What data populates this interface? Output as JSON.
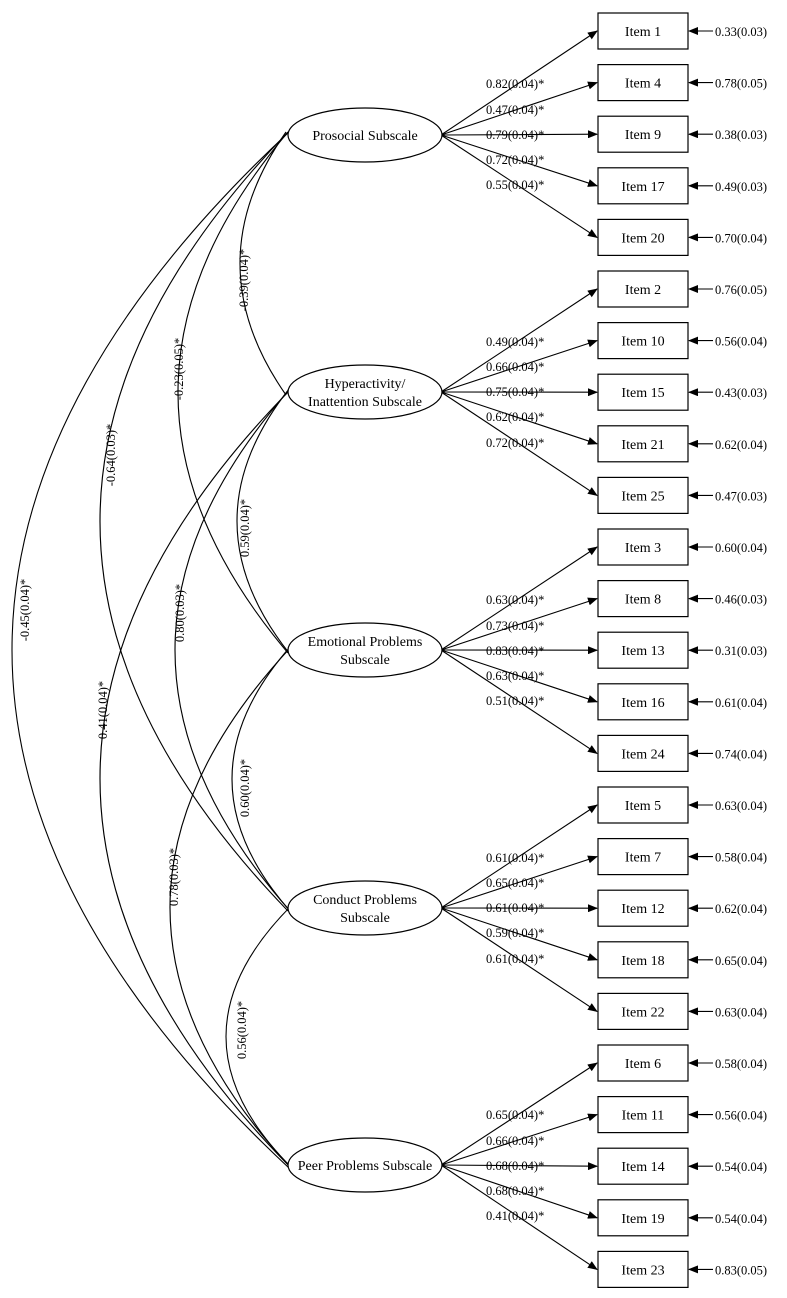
{
  "factors": [
    {
      "label_lines": [
        "Prosocial Subscale"
      ],
      "loadings": [
        "0.82(0.04)*",
        "0.47(0.04)*",
        "0.79(0.04)*",
        "0.72(0.04)*",
        "0.55(0.04)*"
      ]
    },
    {
      "label_lines": [
        "Hyperactivity/",
        "Inattention Subscale"
      ],
      "loadings": [
        "0.49(0.04)*",
        "0.66(0.04)*",
        "0.75(0.04)*",
        "0.62(0.04)*",
        "0.72(0.04)*"
      ]
    },
    {
      "label_lines": [
        "Emotional Problems",
        "Subscale"
      ],
      "loadings": [
        "0.63(0.04)*",
        "0.73(0.04)*",
        "0.83(0.04)*",
        "0.63(0.04)*",
        "0.51(0.04)*"
      ]
    },
    {
      "label_lines": [
        "Conduct Problems",
        "Subscale"
      ],
      "loadings": [
        "0.61(0.04)*",
        "0.65(0.04)*",
        "0.61(0.04)*",
        "0.59(0.04)*",
        "0.61(0.04)*"
      ]
    },
    {
      "label_lines": [
        "Peer Problems Subscale"
      ],
      "loadings": [
        "0.65(0.04)*",
        "0.66(0.04)*",
        "0.68(0.04)*",
        "0.68(0.04)*",
        "0.41(0.04)*"
      ]
    }
  ],
  "items": [
    {
      "label": "Item 1",
      "residual": "0.33(0.03)"
    },
    {
      "label": "Item 4",
      "residual": "0.78(0.05)"
    },
    {
      "label": "Item 9",
      "residual": "0.38(0.03)"
    },
    {
      "label": "Item 17",
      "residual": "0.49(0.03)"
    },
    {
      "label": "Item 20",
      "residual": "0.70(0.04)"
    },
    {
      "label": "Item 2",
      "residual": "0.76(0.05)"
    },
    {
      "label": "Item 10",
      "residual": "0.56(0.04)"
    },
    {
      "label": "Item 15",
      "residual": "0.43(0.03)"
    },
    {
      "label": "Item 21",
      "residual": "0.62(0.04)"
    },
    {
      "label": "Item 25",
      "residual": "0.47(0.03)"
    },
    {
      "label": "Item 3",
      "residual": "0.60(0.04)"
    },
    {
      "label": "Item 8",
      "residual": "0.46(0.03)"
    },
    {
      "label": "Item 13",
      "residual": "0.31(0.03)"
    },
    {
      "label": "Item 16",
      "residual": "0.61(0.04)"
    },
    {
      "label": "Item 24",
      "residual": "0.74(0.04)"
    },
    {
      "label": "Item 5",
      "residual": "0.63(0.04)"
    },
    {
      "label": "Item 7",
      "residual": "0.58(0.04)"
    },
    {
      "label": "Item 12",
      "residual": "0.62(0.04)"
    },
    {
      "label": "Item 18",
      "residual": "0.65(0.04)"
    },
    {
      "label": "Item 22",
      "residual": "0.63(0.04)"
    },
    {
      "label": "Item 6",
      "residual": "0.58(0.04)"
    },
    {
      "label": "Item 11",
      "residual": "0.56(0.04)"
    },
    {
      "label": "Item 14",
      "residual": "0.54(0.04)"
    },
    {
      "label": "Item 19",
      "residual": "0.54(0.04)"
    },
    {
      "label": "Item 23",
      "residual": "0.83(0.05)"
    }
  ],
  "correlations": [
    {
      "from": 0,
      "to": 1,
      "label": "-0.39(0.04)*"
    },
    {
      "from": 0,
      "to": 2,
      "label": "-0.23(0.05)*"
    },
    {
      "from": 0,
      "to": 3,
      "label": "-0.64(0.03)*"
    },
    {
      "from": 0,
      "to": 4,
      "label": "-0.45(0.04)*"
    },
    {
      "from": 1,
      "to": 2,
      "label": "0.59(0.04)*"
    },
    {
      "from": 1,
      "to": 3,
      "label": "0.80(0.03)*"
    },
    {
      "from": 1,
      "to": 4,
      "label": "0.41(0.04)*"
    },
    {
      "from": 2,
      "to": 3,
      "label": "0.60(0.04)*"
    },
    {
      "from": 2,
      "to": 4,
      "label": "0.78(0.03)*"
    },
    {
      "from": 3,
      "to": 4,
      "label": "0.56(0.04)*"
    }
  ]
}
